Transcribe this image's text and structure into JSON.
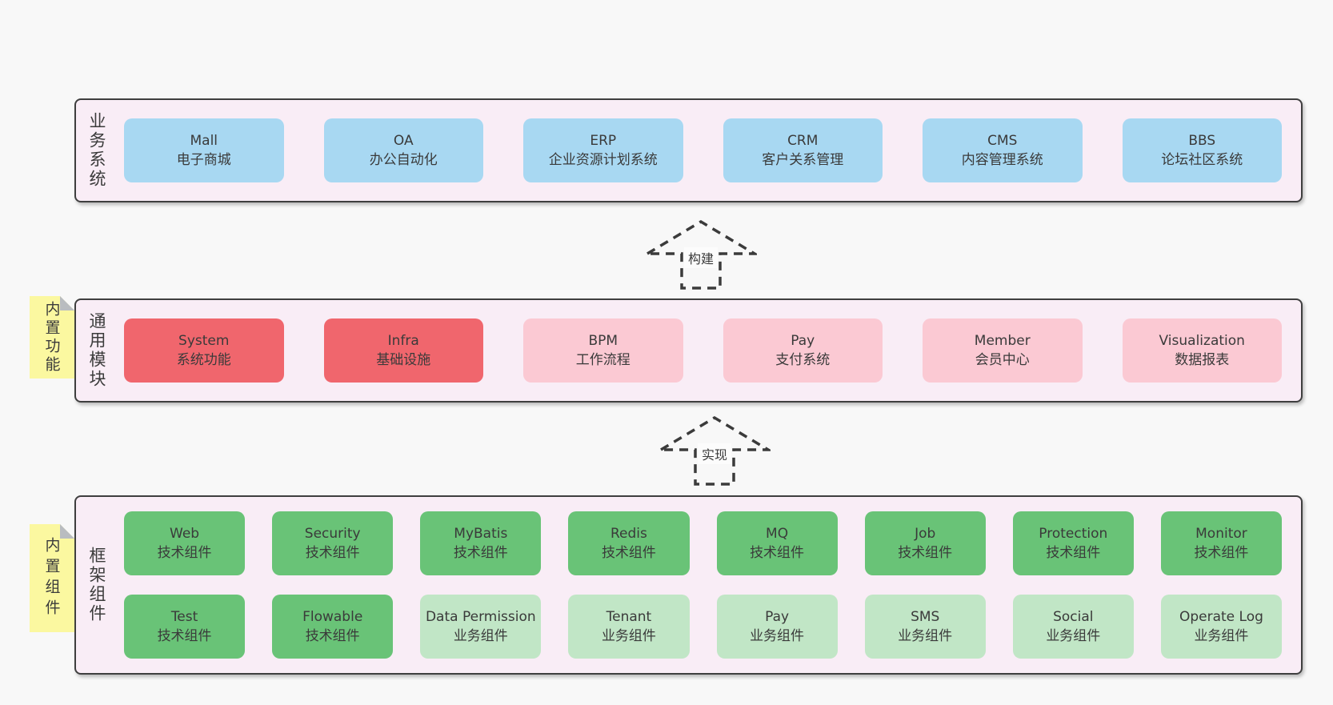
{
  "panels": {
    "business": {
      "label": "业务系统",
      "boxes": [
        {
          "name": "Mall",
          "subtitle": "电子商城",
          "variant": "blue"
        },
        {
          "name": "OA",
          "subtitle": "办公自动化",
          "variant": "blue"
        },
        {
          "name": "ERP",
          "subtitle": "企业资源计划系统",
          "variant": "blue"
        },
        {
          "name": "CRM",
          "subtitle": "客户关系管理",
          "variant": "blue"
        },
        {
          "name": "CMS",
          "subtitle": "内容管理系统",
          "variant": "blue"
        },
        {
          "name": "BBS",
          "subtitle": "论坛社区系统",
          "variant": "blue"
        }
      ]
    },
    "modules": {
      "label": "通用模块",
      "sticky": "内置功能",
      "boxes": [
        {
          "name": "System",
          "subtitle": "系统功能",
          "variant": "red"
        },
        {
          "name": "Infra",
          "subtitle": "基础设施",
          "variant": "red"
        },
        {
          "name": "BPM",
          "subtitle": "工作流程",
          "variant": "pink"
        },
        {
          "name": "Pay",
          "subtitle": "支付系统",
          "variant": "pink"
        },
        {
          "name": "Member",
          "subtitle": "会员中心",
          "variant": "pink"
        },
        {
          "name": "Visualization",
          "subtitle": "数据报表",
          "variant": "pink"
        }
      ]
    },
    "framework": {
      "label": "框架组件",
      "sticky": "内置组件",
      "rows": [
        [
          {
            "name": "Web",
            "subtitle": "技术组件",
            "variant": "green"
          },
          {
            "name": "Security",
            "subtitle": "技术组件",
            "variant": "green"
          },
          {
            "name": "MyBatis",
            "subtitle": "技术组件",
            "variant": "green"
          },
          {
            "name": "Redis",
            "subtitle": "技术组件",
            "variant": "green"
          },
          {
            "name": "MQ",
            "subtitle": "技术组件",
            "variant": "green"
          },
          {
            "name": "Job",
            "subtitle": "技术组件",
            "variant": "green"
          },
          {
            "name": "Protection",
            "subtitle": "技术组件",
            "variant": "green"
          },
          {
            "name": "Monitor",
            "subtitle": "技术组件",
            "variant": "green"
          }
        ],
        [
          {
            "name": "Test",
            "subtitle": "技术组件",
            "variant": "green"
          },
          {
            "name": "Flowable",
            "subtitle": "技术组件",
            "variant": "green"
          },
          {
            "name": "Data Permission",
            "subtitle": "业务组件",
            "variant": "green-light"
          },
          {
            "name": "Tenant",
            "subtitle": "业务组件",
            "variant": "green-light"
          },
          {
            "name": "Pay",
            "subtitle": "业务组件",
            "variant": "green-light"
          },
          {
            "name": "SMS",
            "subtitle": "业务组件",
            "variant": "green-light"
          },
          {
            "name": "Social",
            "subtitle": "业务组件",
            "variant": "green-light"
          },
          {
            "name": "Operate Log",
            "subtitle": "业务组件",
            "variant": "green-light"
          }
        ]
      ]
    }
  },
  "arrows": {
    "build": "构建",
    "implement": "实现"
  },
  "colors": {
    "page_bg": "#f8f8f8",
    "panel_bg": "#f9edf6",
    "panel_border": "#3f3f3f",
    "box_blue": "#a8d8f2",
    "box_red": "#f0666d",
    "box_pink": "#fbc9d3",
    "box_green": "#69c377",
    "box_green_light": "#c1e6c6",
    "sticky_bg": "#fbf8a0",
    "sticky_fold": "#b9bcc0",
    "text": "#3a3a3a"
  }
}
